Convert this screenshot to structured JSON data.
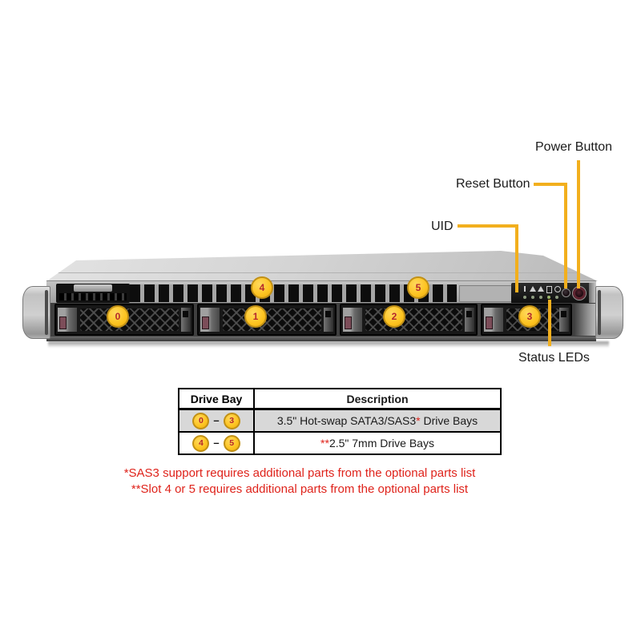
{
  "labels": {
    "power": "Power Button",
    "reset": "Reset Button",
    "uid": "UID",
    "status_leds": "Status LEDs"
  },
  "server": {
    "bays": [
      "0",
      "1",
      "2",
      "3"
    ],
    "slots": [
      "4",
      "5"
    ]
  },
  "table": {
    "col1_header": "Drive Bay",
    "col2_header": "Description",
    "row1": {
      "from": "0",
      "dash": "–",
      "to": "3",
      "desc_main": "3.5\" Hot-swap SATA3/SAS3",
      "mark": "*",
      "desc_tail": " Drive Bays"
    },
    "row2": {
      "from": "4",
      "dash": "–",
      "to": "5",
      "mark": "**",
      "desc_tail": "2.5\" 7mm Drive Bays"
    }
  },
  "footnotes": {
    "line1": "*SAS3 support requires additional parts from the optional parts list",
    "line2": "**Slot 4 or 5 requires additional parts from the optional parts list"
  },
  "colors": {
    "accent_amber": "#F2AF1D",
    "circle_fill": "#FDC31F",
    "circle_border": "#C19016",
    "circle_number": "#B5272B",
    "footnote_red": "#DF231B",
    "table_row_gray": "#D8D8D8"
  }
}
